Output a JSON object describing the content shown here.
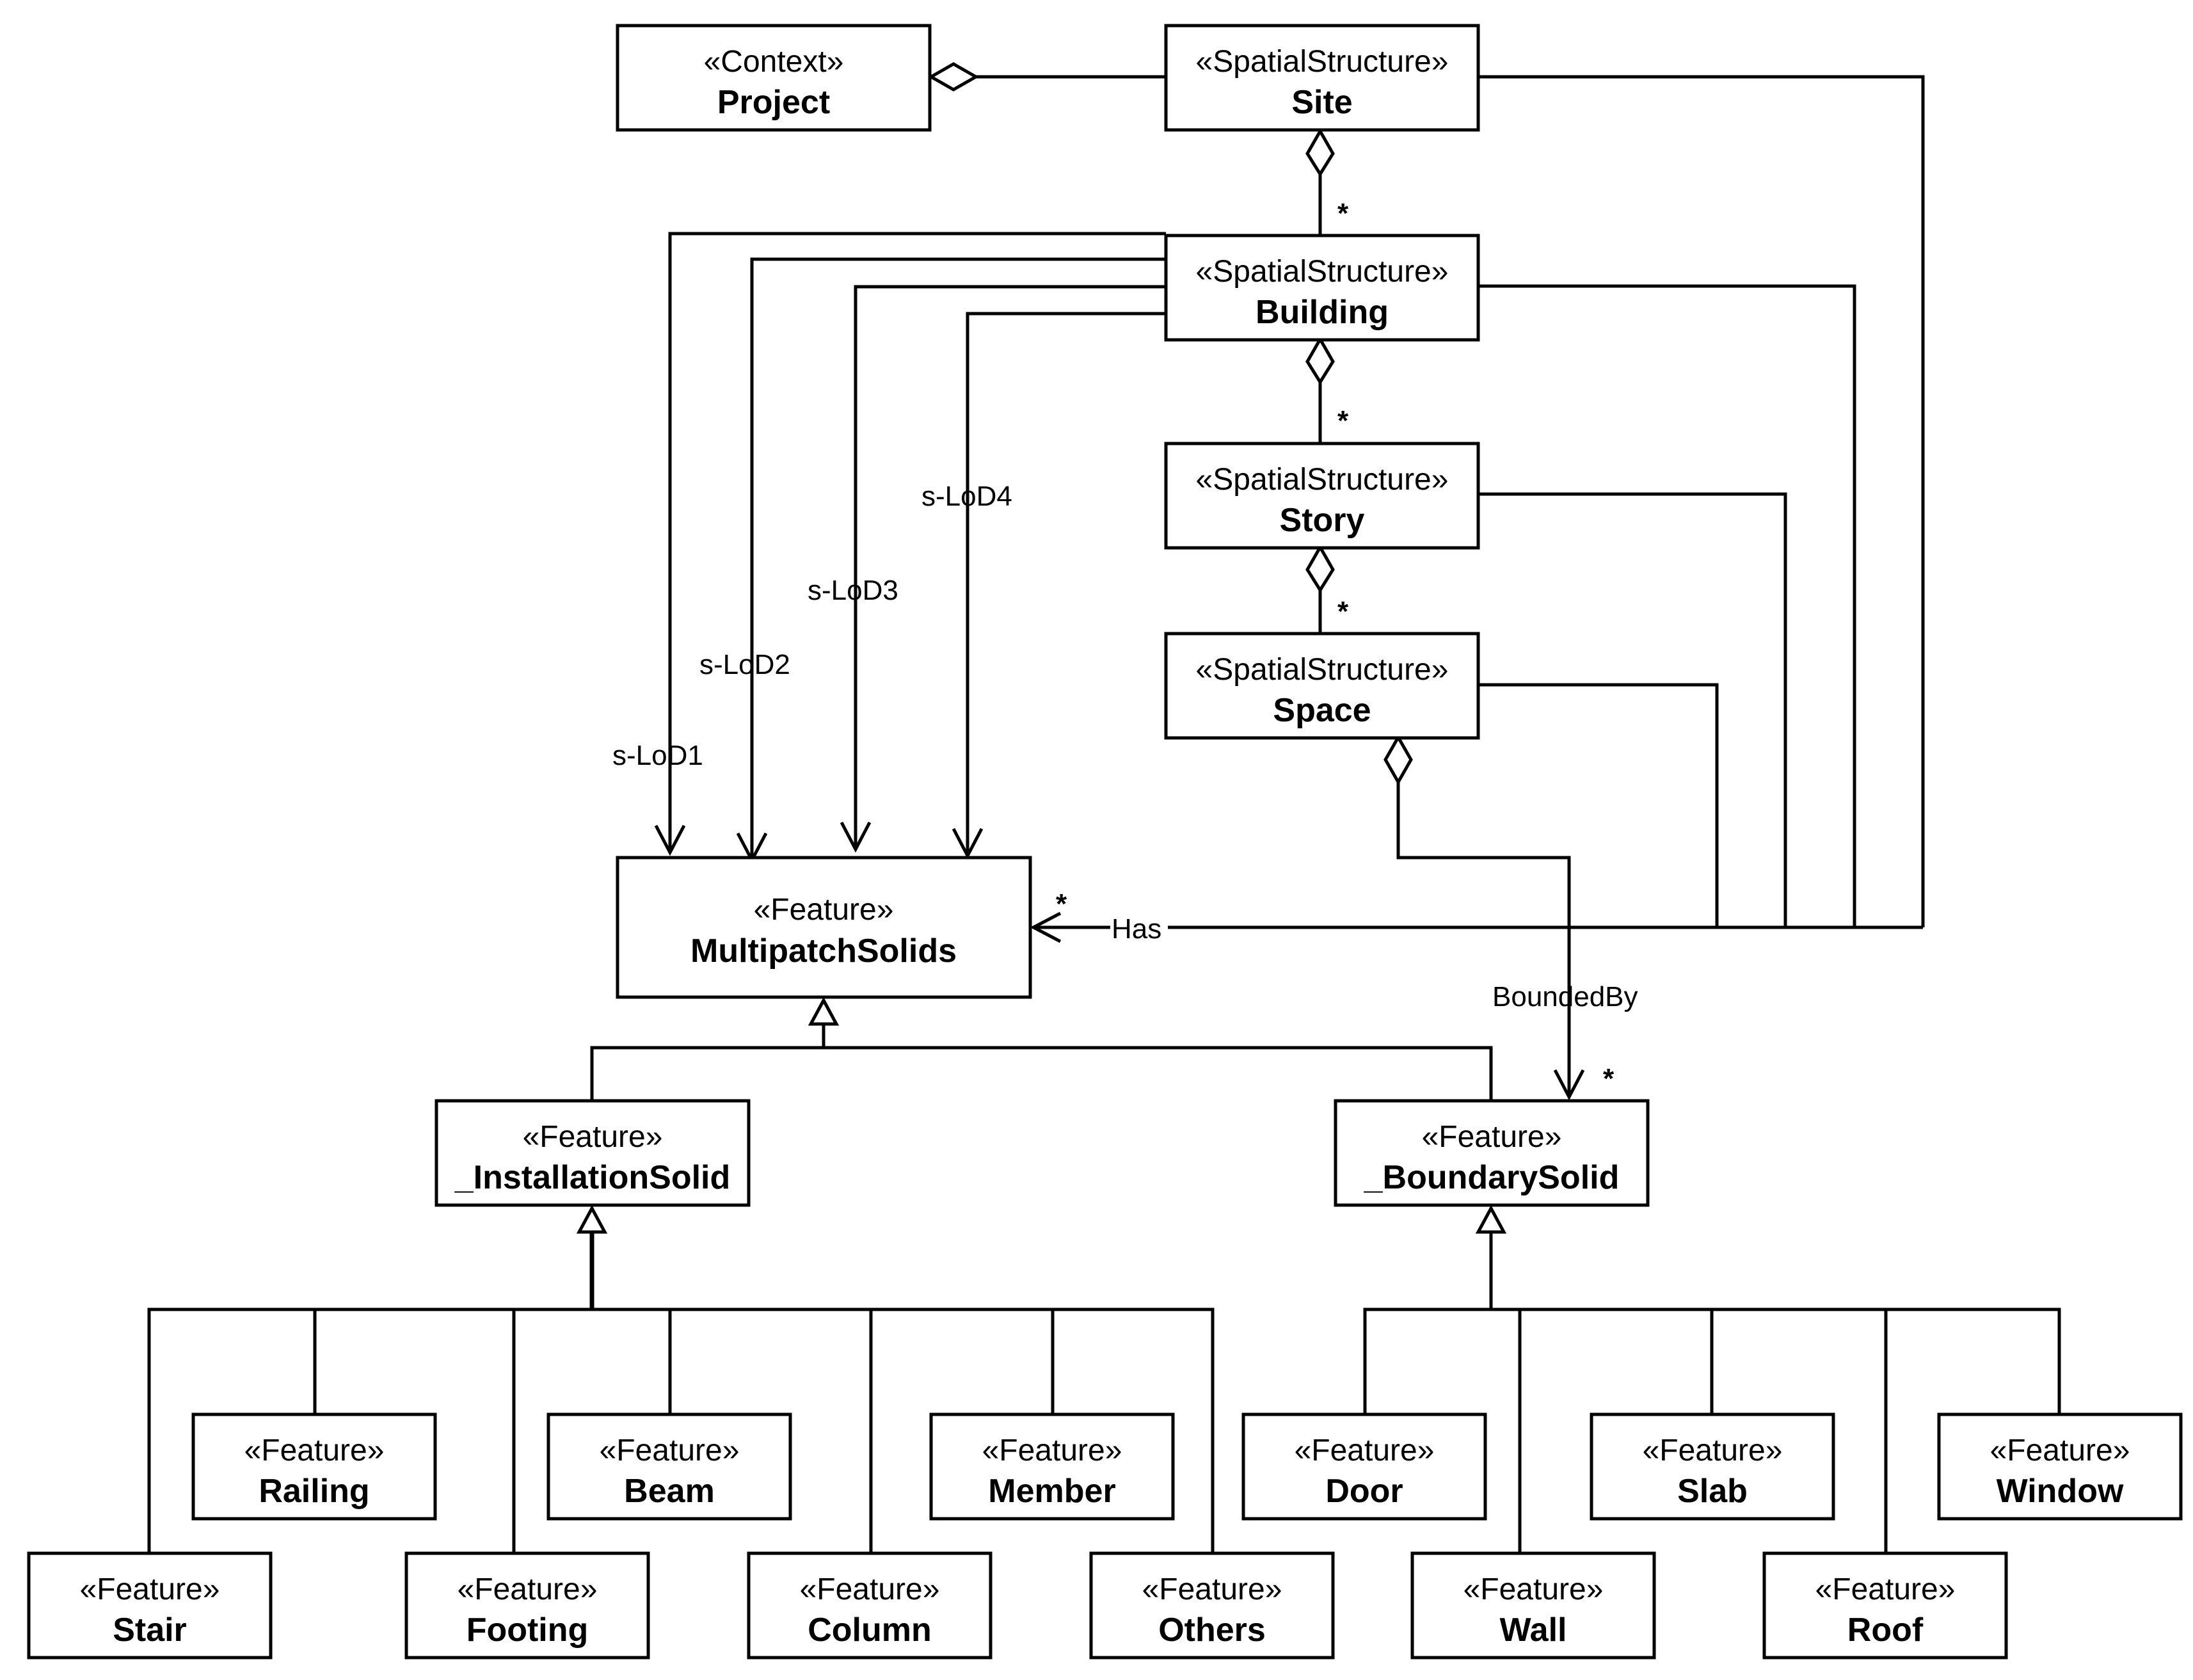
{
  "classes": {
    "project": {
      "stereotype": "«Context»",
      "name": "Project"
    },
    "site": {
      "stereotype": "«SpatialStructure»",
      "name": "Site"
    },
    "building": {
      "stereotype": "«SpatialStructure»",
      "name": "Building"
    },
    "story": {
      "stereotype": "«SpatialStructure»",
      "name": "Story"
    },
    "space": {
      "stereotype": "«SpatialStructure»",
      "name": "Space"
    },
    "multipatch": {
      "stereotype": "«Feature»",
      "name": "MultipatchSolids"
    },
    "installation": {
      "stereotype": "«Feature»",
      "name": "_InstallationSolid"
    },
    "boundary": {
      "stereotype": "«Feature»",
      "name": "_BoundarySolid"
    },
    "stair": {
      "stereotype": "«Feature»",
      "name": "Stair"
    },
    "railing": {
      "stereotype": "«Feature»",
      "name": "Railing"
    },
    "footing": {
      "stereotype": "«Feature»",
      "name": "Footing"
    },
    "beam": {
      "stereotype": "«Feature»",
      "name": "Beam"
    },
    "column": {
      "stereotype": "«Feature»",
      "name": "Column"
    },
    "member": {
      "stereotype": "«Feature»",
      "name": "Member"
    },
    "others": {
      "stereotype": "«Feature»",
      "name": "Others"
    },
    "door": {
      "stereotype": "«Feature»",
      "name": "Door"
    },
    "wall": {
      "stereotype": "«Feature»",
      "name": "Wall"
    },
    "slab": {
      "stereotype": "«Feature»",
      "name": "Slab"
    },
    "roof": {
      "stereotype": "«Feature»",
      "name": "Roof"
    },
    "window": {
      "stereotype": "«Feature»",
      "name": "Window"
    }
  },
  "associations": {
    "lod1": "s-LoD1",
    "lod2": "s-LoD2",
    "lod3": "s-LoD3",
    "lod4": "s-LoD4",
    "has": "Has",
    "bounded_by": "BoundedBy"
  },
  "multiplicities": {
    "site_building": "*",
    "building_story": "*",
    "story_space": "*",
    "has_target": "*",
    "bounded_target": "*"
  }
}
